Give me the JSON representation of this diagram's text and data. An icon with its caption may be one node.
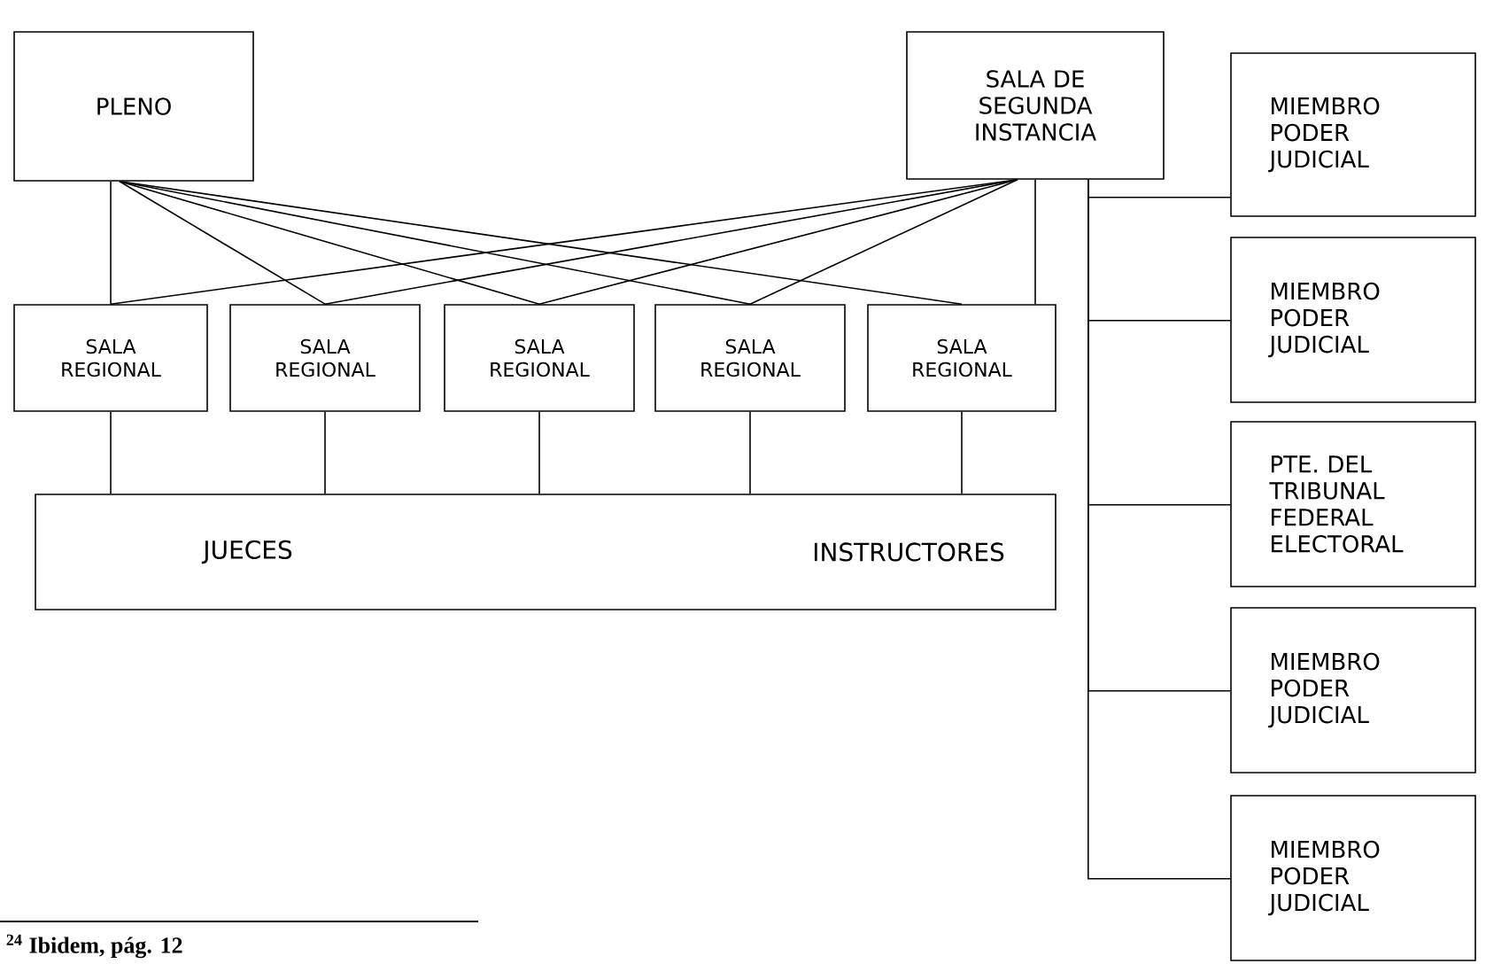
{
  "diagram": {
    "nodes": [
      {
        "text": [
          "PLENO"
        ]
      },
      {
        "text": [
          "SALA DE SEGUNDA INSTANCIA"
        ]
      },
      {
        "text": [
          "SALA REGIONAL"
        ]
      },
      {
        "text": [
          "SALA REGIONAL"
        ]
      },
      {
        "text": [
          "SALA REGIONAL"
        ]
      },
      {
        "text": [
          "SALA REGIONAL"
        ]
      },
      {
        "text": [
          "SALA REGIONAL"
        ]
      },
      {
        "text": [
          "JUECES",
          "INSTRUCTORES"
        ]
      },
      {
        "text": [
          "MIEMBRO PODER JUDICIAL"
        ]
      },
      {
        "text": [
          "MIEMBRO PODER JUDICIAL"
        ]
      },
      {
        "text": [
          "PTE. DEL TRIBUNAL FEDERAL ELECTORAL"
        ]
      },
      {
        "text": [
          "MIEMBRO PODER JUDICIAL"
        ]
      },
      {
        "text": [
          "MIEMBRO PODER JUDICIAL"
        ]
      }
    ],
    "edges": [
      {
        "from": 0,
        "to": 2,
        "arrow": "none"
      },
      {
        "from": 0,
        "to": 3,
        "arrow": "none"
      },
      {
        "from": 0,
        "to": 4,
        "arrow": "none"
      },
      {
        "from": 0,
        "to": 5,
        "arrow": "none"
      },
      {
        "from": 0,
        "to": 6,
        "arrow": "none"
      },
      {
        "from": 1,
        "to": 2,
        "arrow": "none"
      },
      {
        "from": 1,
        "to": 3,
        "arrow": "none"
      },
      {
        "from": 1,
        "to": 4,
        "arrow": "none"
      },
      {
        "from": 1,
        "to": 5,
        "arrow": "none"
      },
      {
        "from": 1,
        "to": 6,
        "arrow": "none"
      },
      {
        "from": 2,
        "to": 7,
        "arrow": "none"
      },
      {
        "from": 3,
        "to": 7,
        "arrow": "none"
      },
      {
        "from": 4,
        "to": 7,
        "arrow": "none"
      },
      {
        "from": 5,
        "to": 7,
        "arrow": "none"
      },
      {
        "from": 6,
        "to": 7,
        "arrow": "none"
      },
      {
        "from": 1,
        "to": 8,
        "arrow": "none"
      },
      {
        "from": 1,
        "to": 9,
        "arrow": "none"
      },
      {
        "from": 1,
        "to": 10,
        "arrow": "none"
      },
      {
        "from": 1,
        "to": 11,
        "arrow": "none"
      },
      {
        "from": 1,
        "to": 12,
        "arrow": "none"
      }
    ],
    "labels": [
      "$^{24}$ Ibidem, pág. 12"
    ]
  }
}
